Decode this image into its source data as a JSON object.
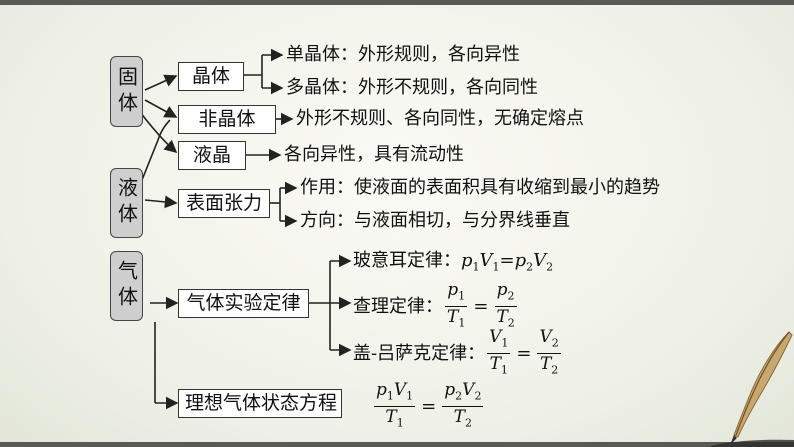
{
  "blocks": {
    "solid": "固体",
    "liquid": "液体",
    "gas": "气体"
  },
  "nodes": {
    "crystal": "晶体",
    "amorphous": "非晶体",
    "liquid_crystal": "液晶",
    "surface_tension": "表面张力",
    "gas_laws": "气体实验定律",
    "ideal_gas": "理想气体状态方程"
  },
  "leaves": {
    "single_crystal": "单晶体：外形规则，各向异性",
    "poly_crystal": "多晶体：外形不规则，各向同性",
    "amorphous_desc": "外形不规则、各向同性，无确定熔点",
    "liquid_crystal_desc": "各向异性，具有流动性",
    "tension_effect": "作用：使液面的表面积具有收缩到最小的趋势",
    "tension_direction": "方向：与液面相切，与分界线垂直",
    "boyle_label": "玻意耳定律：",
    "boyle_formula": "p1V1=p2V2",
    "charles_label": "查理定律：",
    "gay_lussac_label": "盖-吕萨克定律："
  },
  "formulas": {
    "charles": {
      "num_left": "p1",
      "den_left": "T1",
      "num_right": "p2",
      "den_right": "T2"
    },
    "gay_lussac": {
      "num_left": "V1",
      "den_left": "T1",
      "num_right": "V2",
      "den_right": "T2"
    },
    "ideal": {
      "num_left": "p1V1",
      "den_left": "T1",
      "num_right": "p2V2",
      "den_right": "T2"
    }
  },
  "colors": {
    "block_fill": "#cfcfcf",
    "line": "#222222"
  }
}
